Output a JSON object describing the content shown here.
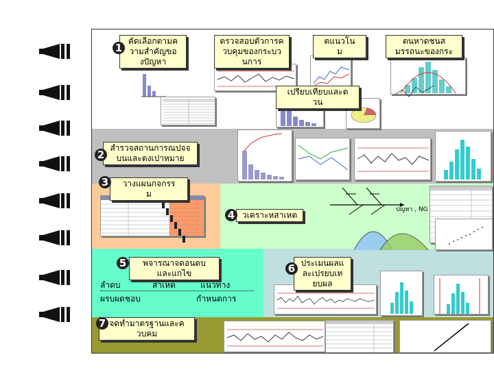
{
  "labels": {
    "l1": [
      "คัดเลือกตามค",
      "วามสำคัญขอ",
      "งปัญหา"
    ],
    "l2": [
      "ตรวจสอบตัวการค",
      "วบคุมของกระบว",
      "นการ"
    ],
    "l3": [
      "ตแนวโน",
      "ม"
    ],
    "l4": [
      "ตนหาดชนส",
      "มรรถนะของกระ"
    ],
    "l5": [
      "เปรียบเทียบและต",
      "วน"
    ],
    "l6": [
      "สำรวจสถานการณปจจ",
      "บนและตงเปาหมาย"
    ],
    "l7": [
      "วางแผนกจกรร",
      "ม"
    ],
    "l8": [
      "วเคราะหสาเหต",
      ""
    ],
    "l9": [
      "พจารณาจดอนดบ",
      "และแกไข"
    ],
    "l10": [
      "ประเมนผลแ",
      "ละเปรยบเท",
      "ยบผล"
    ],
    "l11": [
      "จดทำมาตรฐานและค",
      "วบคม"
    ]
  },
  "step5_table": {
    "row1": [
      "ลำดบ",
      "สาเหต",
      "แนวทาง"
    ],
    "row2": [
      "ผรบผดชอบ",
      "กำหนดการ"
    ]
  },
  "fishbone_label": "ปญหา , NG",
  "numbers": [
    "1",
    "2",
    "3",
    "4",
    "5",
    "6",
    "7"
  ],
  "colors": {
    "band1": "#ffffff",
    "band2": "#c0c0c0",
    "band3_left": "#ffcc99",
    "band3_right": "#ccffcc",
    "band4_left": "#66ffcc",
    "band4_right": "#c0e0e0",
    "band5": "#999933",
    "label_bg": "#ffffcc"
  }
}
